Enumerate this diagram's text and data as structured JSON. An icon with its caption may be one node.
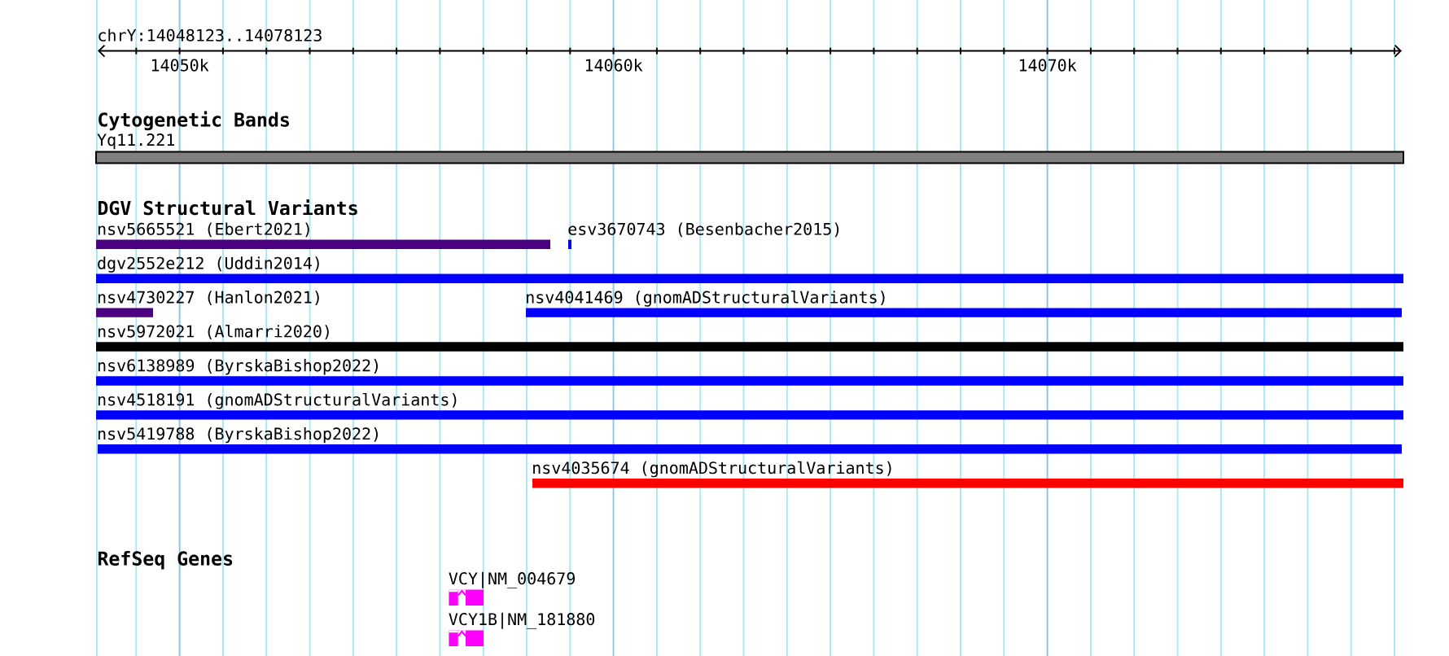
{
  "diagram": {
    "nodes": [
      {
        "text": [
          "Yq11.221"
        ]
      },
      {
        "text": [
          "nsv5665521 (Ebert2021)"
        ]
      },
      {
        "text": [
          "esv3670743 (Besenbacher2015)"
        ]
      },
      {
        "text": [
          "dgv2552e212 (Uddin2014)"
        ]
      },
      {
        "text": [
          "nsv4730227 (Hanlon2021)"
        ]
      },
      {
        "text": [
          "nsv4041469 (gnomADStructuralVariants)"
        ]
      },
      {
        "text": [
          "nsv5972021 (Almarri2020)"
        ]
      },
      {
        "text": [
          "nsv6138989 (ByrskaBishop2022)"
        ]
      },
      {
        "text": [
          "nsv4518191 (gnomADStructuralVariants)"
        ]
      },
      {
        "text": [
          "nsv5419788 (ByrskaBishop2022)"
        ]
      },
      {
        "text": [
          "nsv4035674 (gnomADStructuralVariants)"
        ]
      },
      {
        "text": [
          "VCY|NM_004679"
        ]
      },
      {
        "text": [
          "VCY1B|NM_181880"
        ]
      }
    ],
    "labels": [
      "chrY:14048123..14078123",
      "14050k",
      "14060k",
      "14070k",
      "Cytogenetic Bands",
      "DGV Structural Variants",
      "RefSeq Genes"
    ]
  }
}
